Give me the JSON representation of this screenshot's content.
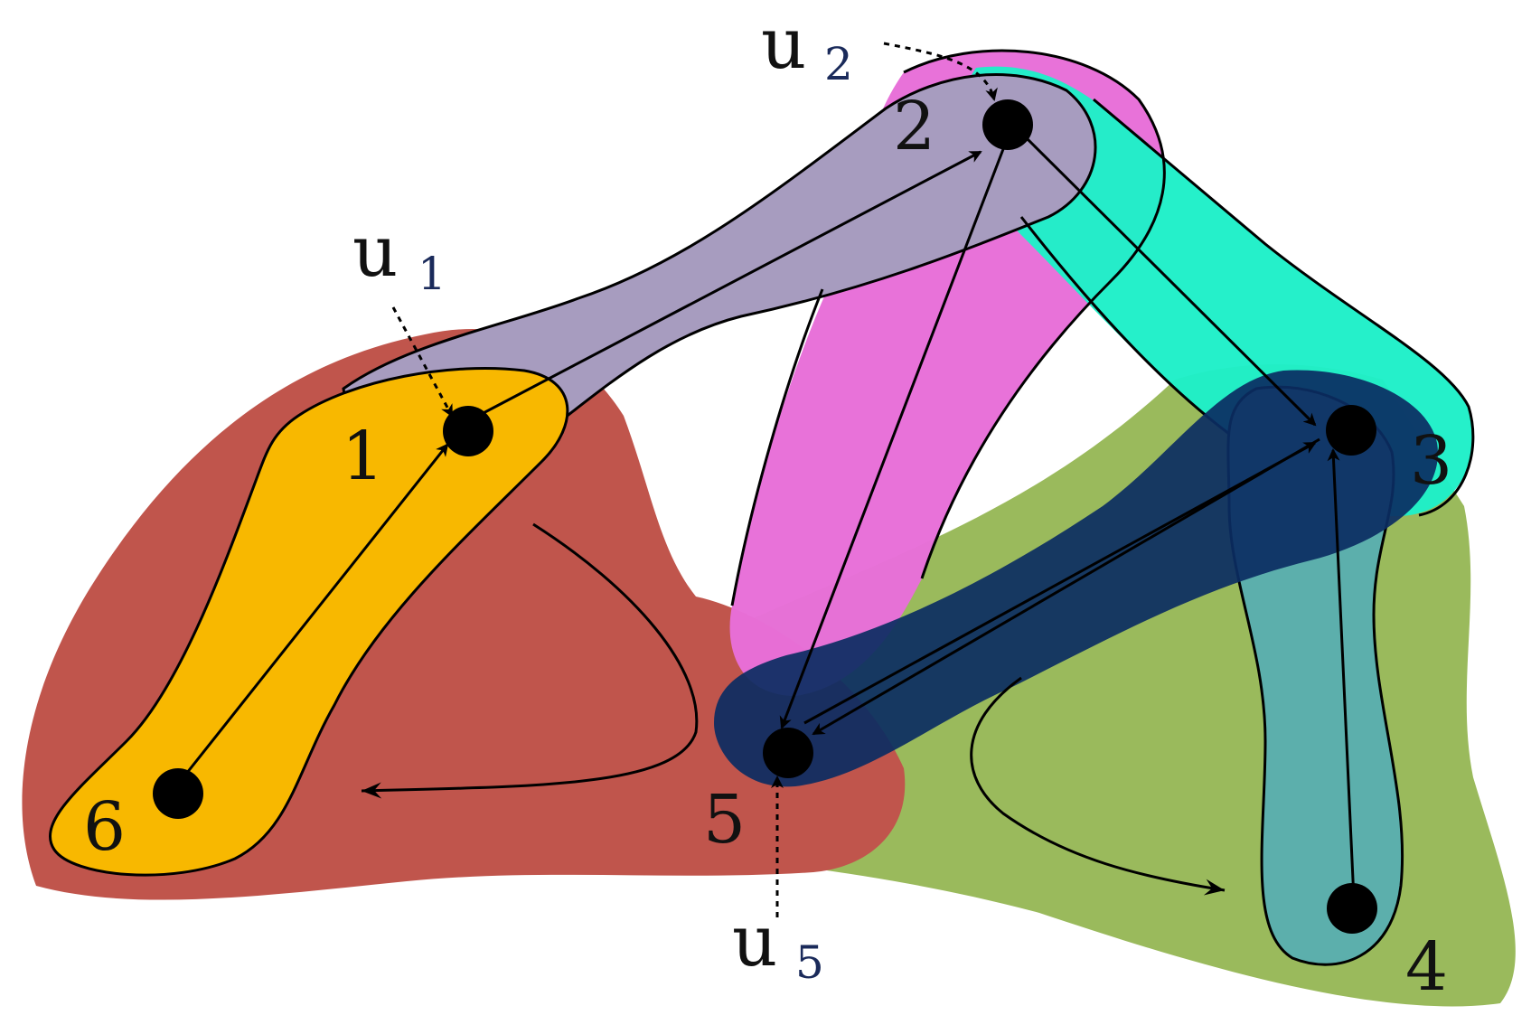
{
  "nodes": [
    {
      "id": "1",
      "label": "1"
    },
    {
      "id": "2",
      "label": "2"
    },
    {
      "id": "3",
      "label": "3"
    },
    {
      "id": "4",
      "label": "4"
    },
    {
      "id": "5",
      "label": "5"
    },
    {
      "id": "6",
      "label": "6"
    }
  ],
  "pointers": [
    {
      "id": "u1",
      "base": "u",
      "sub": "1"
    },
    {
      "id": "u2",
      "base": "u",
      "sub": "2"
    },
    {
      "id": "u5",
      "base": "u",
      "sub": "5"
    }
  ],
  "colors": {
    "red_region": "#c0554c",
    "green_region": "#9aba5c",
    "yellow_region": "#f8b800",
    "purple_region": "#a79cbf",
    "magenta_region": "#e86fd8",
    "cyan_region": "#1ef0c8",
    "navy_region": "#0b2c62",
    "teal_region": "#5aaeae",
    "vertex": "#000000"
  }
}
